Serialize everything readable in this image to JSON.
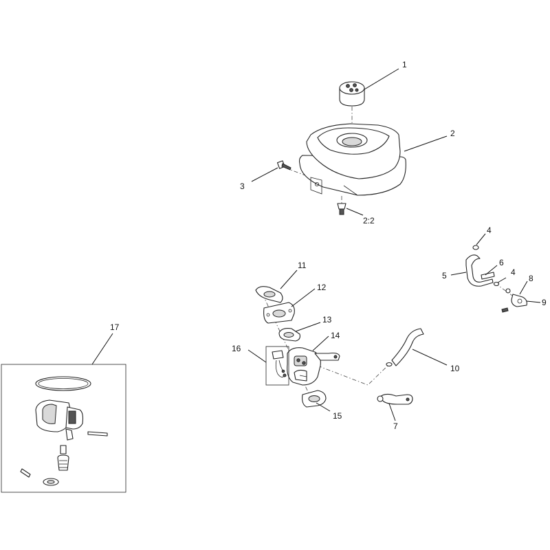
{
  "callouts": [
    {
      "id": "c1",
      "label": "1"
    },
    {
      "id": "c2",
      "label": "2"
    },
    {
      "id": "c3",
      "label": "3"
    },
    {
      "id": "c22",
      "label": "2:2"
    },
    {
      "id": "c4a",
      "label": "4"
    },
    {
      "id": "c4b",
      "label": "4"
    },
    {
      "id": "c5",
      "label": "5"
    },
    {
      "id": "c6",
      "label": "6"
    },
    {
      "id": "c7",
      "label": "7"
    },
    {
      "id": "c8",
      "label": "8"
    },
    {
      "id": "c9",
      "label": "9"
    },
    {
      "id": "c10",
      "label": "10"
    },
    {
      "id": "c11",
      "label": "11"
    },
    {
      "id": "c12",
      "label": "12"
    },
    {
      "id": "c13",
      "label": "13"
    },
    {
      "id": "c14",
      "label": "14"
    },
    {
      "id": "c15",
      "label": "15"
    },
    {
      "id": "c16",
      "label": "16"
    },
    {
      "id": "c17",
      "label": "17"
    }
  ]
}
